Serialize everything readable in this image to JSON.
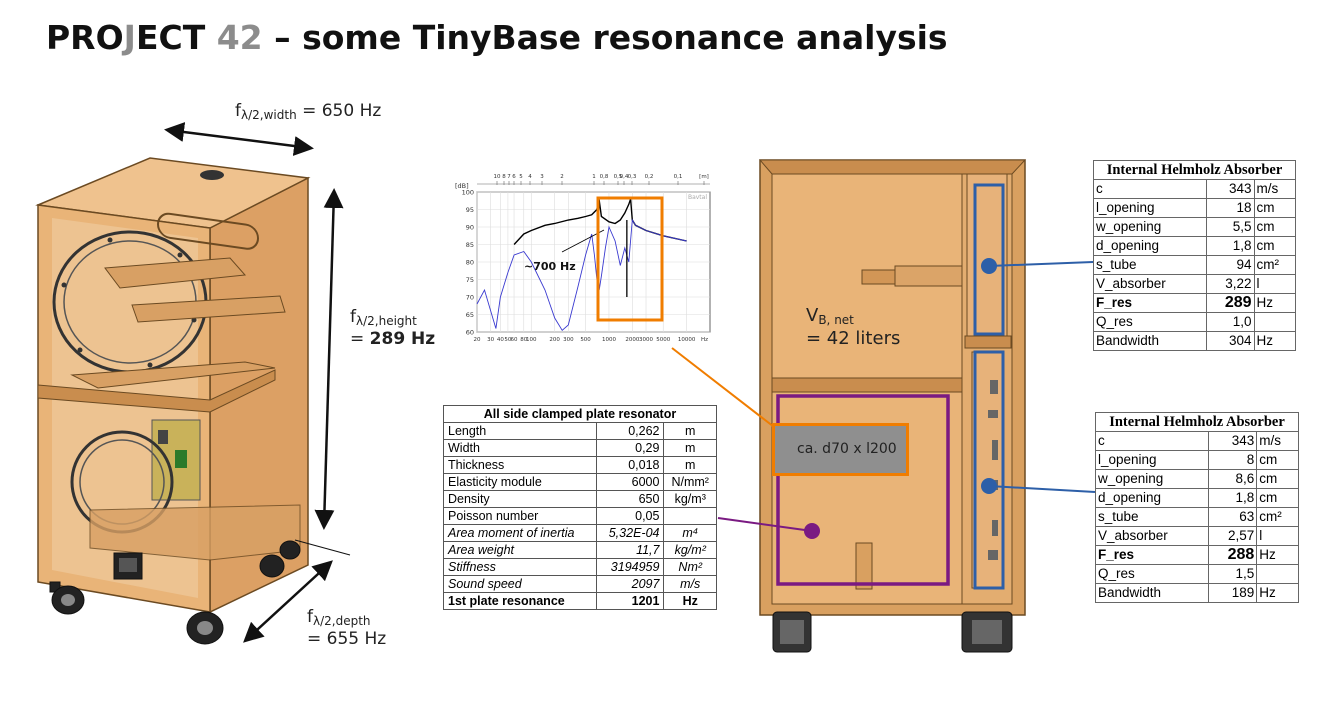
{
  "title": {
    "prefix": "PRO",
    "j": "J",
    "middle": "ECT ",
    "number": "42",
    "rest": " – some TinyBase resonance analysis"
  },
  "dimensions": {
    "width": {
      "f": "f",
      "sub": "λ/2,width",
      "value": " = 650 Hz"
    },
    "height": {
      "f": "f",
      "sub": "λ/2,height",
      "value": "289 Hz",
      "eq": "= "
    },
    "depth": {
      "f": "f",
      "sub": "λ/2,depth",
      "value": "= 655 Hz"
    }
  },
  "volume": {
    "v": "V",
    "sub": "B, net",
    "value": "= 42 liters"
  },
  "port_label": "ca. d70 x l200",
  "chart_data": {
    "type": "line",
    "title": "",
    "ylabel": "[dB]",
    "xlabel": "Hz",
    "x_scale": "log",
    "xlim": [
      20,
      20000
    ],
    "ylim": [
      60,
      100
    ],
    "y_ticks": [
      "100",
      "95",
      "90",
      "85",
      "80",
      "75",
      "70",
      "65",
      "60"
    ],
    "x_ticks": [
      "20",
      "30",
      "40",
      "50",
      "60",
      "80",
      "100",
      "200",
      "300",
      "500",
      "1000",
      "2000",
      "3000",
      "5000",
      "10000",
      "Hz"
    ],
    "x_tick_labels": [
      "20",
      "30",
      "40",
      "50",
      "60",
      "80",
      "100",
      "200",
      "300",
      "500",
      "1000",
      "2000",
      "3000",
      "5000",
      "10000",
      "Hz"
    ],
    "top_ticks": [
      "10",
      "8",
      "7",
      "6",
      "5",
      "4",
      "3",
      "2",
      "1",
      "0,8",
      "0,5",
      "0,4",
      "0,3",
      "0,2",
      "0,1",
      "[m]"
    ],
    "corner_label": "Bavtal",
    "annotation": "~700 Hz",
    "series": [
      {
        "color": "#000000",
        "x": [
          60,
          80,
          100,
          150,
          200,
          300,
          400,
          500,
          600,
          700,
          740,
          800,
          1000,
          1200,
          1400,
          1600,
          1800,
          1900,
          2000,
          2200,
          3000,
          5000,
          10000
        ],
        "y": [
          85,
          88,
          89,
          90.5,
          91,
          92,
          92.5,
          93,
          93.5,
          95,
          98.5,
          93,
          91.5,
          91,
          92,
          94,
          96.5,
          98,
          92,
          90.5,
          89,
          87.5,
          86
        ]
      },
      {
        "color": "#3a3ad0",
        "x": [
          20,
          25,
          30,
          35,
          40,
          50,
          60,
          80,
          100,
          150,
          200,
          250,
          300,
          400,
          500,
          600,
          650,
          700,
          750,
          800,
          900,
          1000,
          1200,
          1400,
          1600,
          1800,
          2000,
          2200,
          3000,
          5000,
          10000
        ],
        "y": [
          68,
          72,
          66,
          61,
          70,
          77,
          82,
          83,
          80,
          72,
          64,
          60.5,
          62,
          73,
          82,
          88,
          82,
          75,
          72,
          76,
          84,
          90,
          86,
          79,
          84,
          80,
          92,
          90.5,
          89,
          87.5,
          86
        ]
      }
    ]
  },
  "plate_table": {
    "title": "All side clamped plate resonator",
    "rows": [
      {
        "label": "Length",
        "value": "0,262",
        "unit": "m"
      },
      {
        "label": "Width",
        "value": "0,29",
        "unit": "m"
      },
      {
        "label": "Thickness",
        "value": "0,018",
        "unit": "m"
      },
      {
        "label": "Elasticity module",
        "value": "6000",
        "unit": "N/mm²"
      },
      {
        "label": "Density",
        "value": "650",
        "unit": "kg/m³"
      },
      {
        "label": "Poisson number",
        "value": "0,05",
        "unit": ""
      },
      {
        "label": "Area moment of inertia",
        "value": "5,32E-04",
        "unit": "m⁴"
      },
      {
        "label": "Area weight",
        "value": "11,7",
        "unit": "kg/m²"
      },
      {
        "label": "Stiffness",
        "value": "3194959",
        "unit": "Nm²"
      },
      {
        "label": "Sound speed",
        "value": "2097",
        "unit": "m/s"
      },
      {
        "label": "1st plate resonance",
        "value": "1201",
        "unit": "Hz"
      }
    ]
  },
  "absorber_top": {
    "title": "Internal Helmholz Absorber",
    "rows": [
      {
        "label": "c",
        "value": "343",
        "unit": "m/s"
      },
      {
        "label": "l_opening",
        "value": "18",
        "unit": "cm"
      },
      {
        "label": "w_opening",
        "value": "5,5",
        "unit": "cm"
      },
      {
        "label": "d_opening",
        "value": "1,8",
        "unit": "cm"
      },
      {
        "label": "s_tube",
        "value": "94",
        "unit": "cm²"
      },
      {
        "label": "V_absorber",
        "value": "3,22",
        "unit": "l"
      },
      {
        "label": "F_res",
        "value": "289",
        "unit": "Hz"
      },
      {
        "label": "Q_res",
        "value": "1,0",
        "unit": ""
      },
      {
        "label": "Bandwidth",
        "value": "304",
        "unit": "Hz"
      }
    ]
  },
  "absorber_bottom": {
    "title": "Internal Helmholz Absorber",
    "rows": [
      {
        "label": "c",
        "value": "343",
        "unit": "m/s"
      },
      {
        "label": "l_opening",
        "value": "8",
        "unit": "cm"
      },
      {
        "label": "w_opening",
        "value": "8,6",
        "unit": "cm"
      },
      {
        "label": "d_opening",
        "value": "1,8",
        "unit": "cm"
      },
      {
        "label": "s_tube",
        "value": "63",
        "unit": "cm²"
      },
      {
        "label": "V_absorber",
        "value": "2,57",
        "unit": "l"
      },
      {
        "label": "F_res",
        "value": "288",
        "unit": "Hz"
      },
      {
        "label": "Q_res",
        "value": "1,5",
        "unit": ""
      },
      {
        "label": "Bandwidth",
        "value": "189",
        "unit": "Hz"
      }
    ]
  },
  "colors": {
    "wood": "#e9b478",
    "wood_dark": "#c98d4e",
    "orange": "#f07d00",
    "purple": "#7a1a82",
    "blue": "#2d5fa8",
    "gray_box": "#8f8f8f"
  }
}
